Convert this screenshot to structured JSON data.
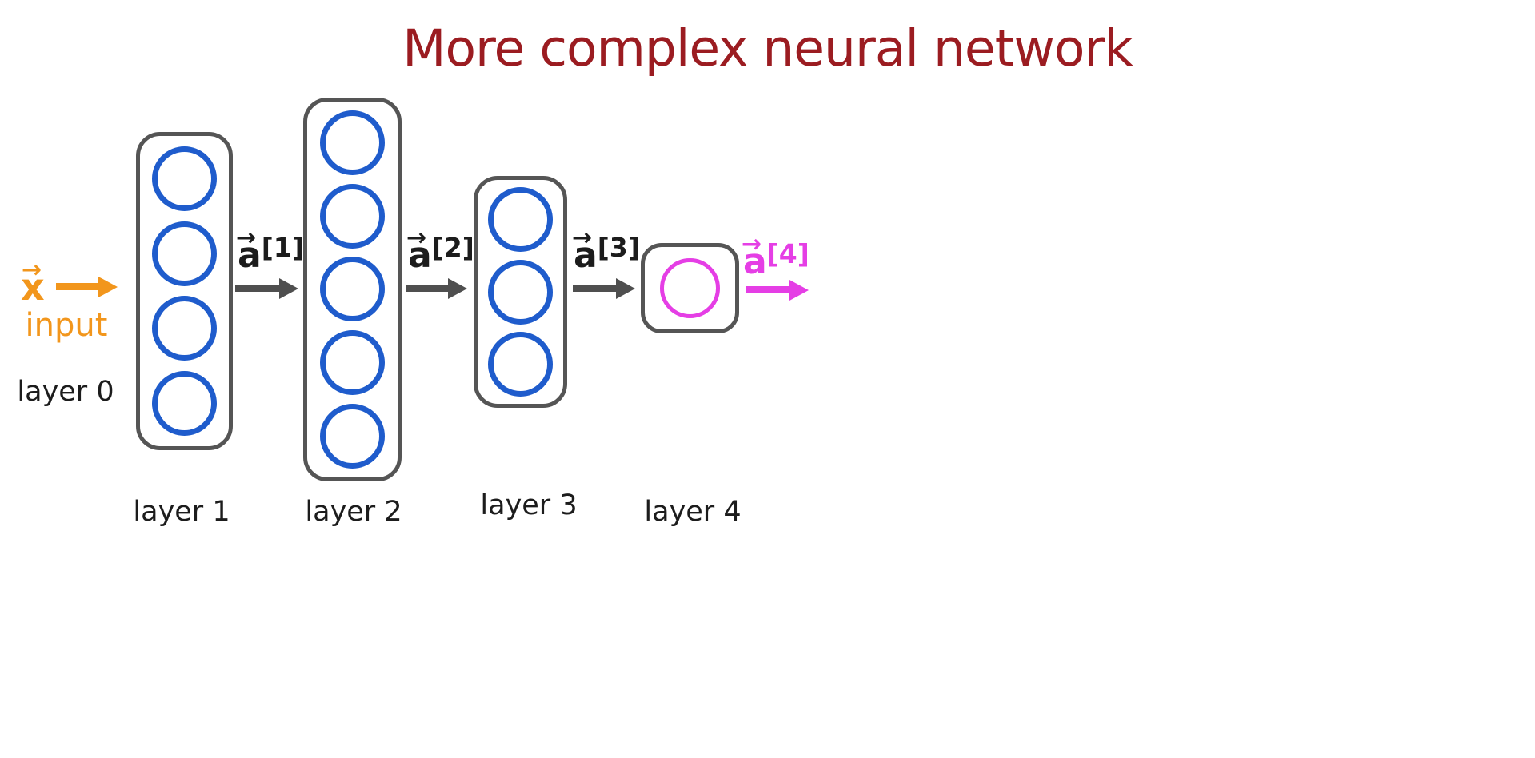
{
  "title": "More complex neural network",
  "colors": {
    "title_red": "#9b1c21",
    "neuron_blue": "#1f5ccc",
    "accent_orange": "#f2961c",
    "accent_magenta": "#e53ee5",
    "line_gray": "#4f4f4f",
    "box_gray": "#555555",
    "text_dark": "#1c1c1c"
  },
  "glyphs": {
    "vector_arrow": "→"
  },
  "input": {
    "symbol": "x",
    "caption": "input",
    "layer_label": "layer 0"
  },
  "network": {
    "layers": [
      {
        "label": "layer 1",
        "units": 4,
        "unit_color": "blue"
      },
      {
        "label": "layer 2",
        "units": 5,
        "unit_color": "blue"
      },
      {
        "label": "layer 3",
        "units": 3,
        "unit_color": "blue"
      },
      {
        "label": "layer 4",
        "units": 1,
        "unit_color": "magenta"
      }
    ],
    "activations": [
      {
        "base": "a",
        "sup": "[1]"
      },
      {
        "base": "a",
        "sup": "[2]"
      },
      {
        "base": "a",
        "sup": "[3]"
      },
      {
        "base": "a",
        "sup": "[4]"
      }
    ]
  }
}
